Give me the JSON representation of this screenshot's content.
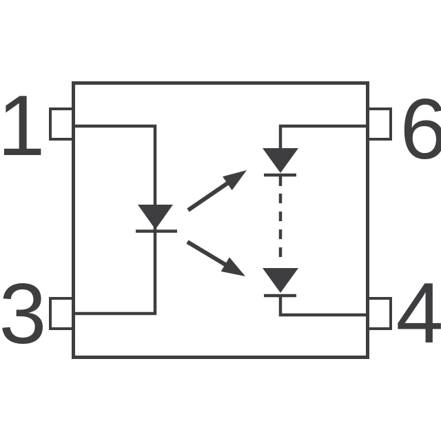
{
  "colors": {
    "line": "#3e3e40",
    "background": "#ffffff"
  },
  "schematic": {
    "kind": "optocoupler-package-schematic",
    "pins": [
      {
        "label": "1",
        "position": "top-left"
      },
      {
        "label": "3",
        "position": "bottom-left"
      },
      {
        "label": "6",
        "position": "top-right"
      },
      {
        "label": "4",
        "position": "bottom-right"
      }
    ],
    "symbols": [
      {
        "name": "led-emitter-diode",
        "side": "left"
      },
      {
        "name": "light-emission-arrows",
        "side": "center"
      },
      {
        "name": "photodiode-top",
        "side": "right"
      },
      {
        "name": "photodiode-bottom",
        "side": "right"
      },
      {
        "name": "coupling-dashed-connector",
        "side": "right"
      }
    ]
  }
}
